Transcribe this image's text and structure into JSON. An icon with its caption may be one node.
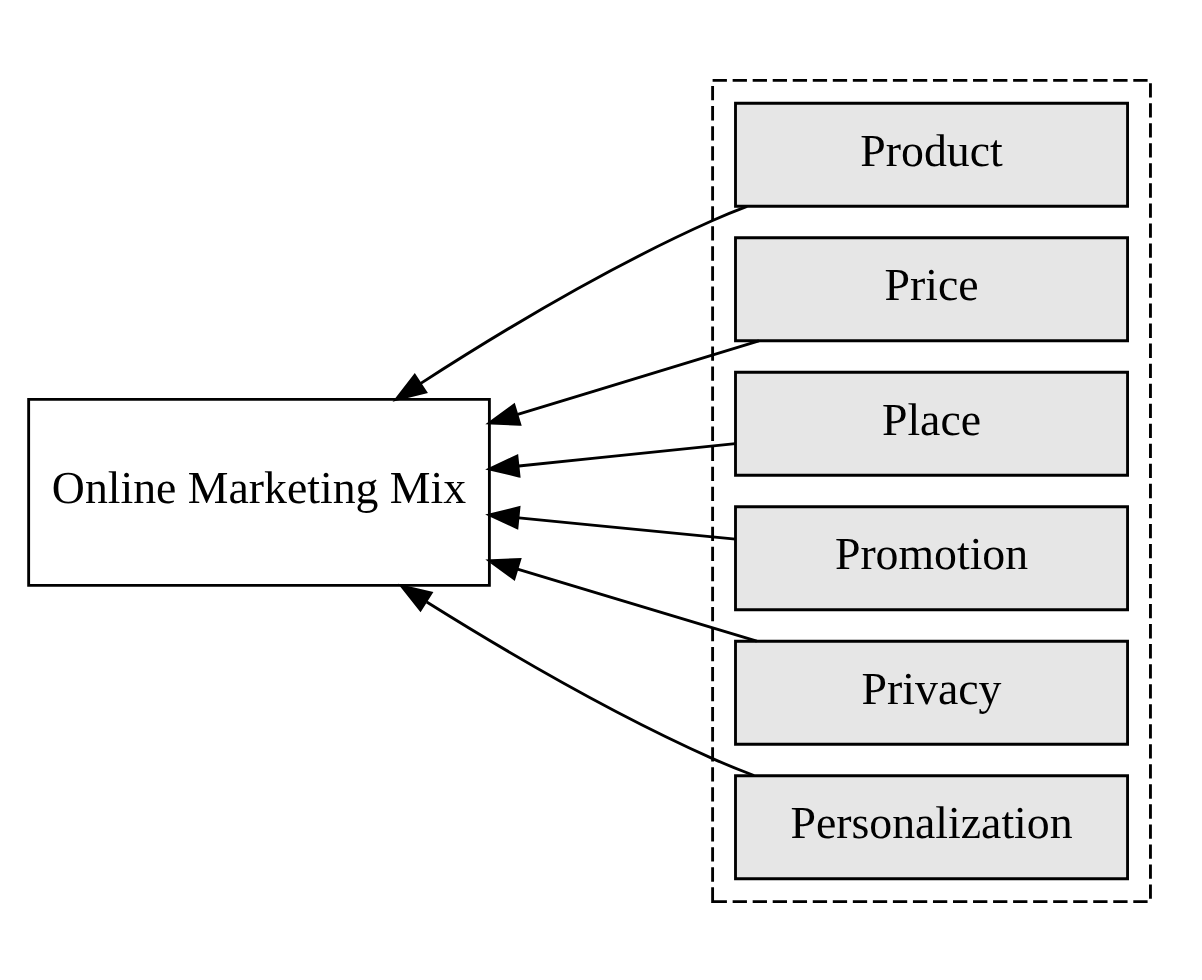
{
  "diagram": {
    "nodes": [
      {
        "text": [
          "Online Marketing Mix"
        ]
      },
      {
        "text": [],
        "shape": "box"
      },
      {
        "text": [
          "Product"
        ],
        "in": 1
      },
      {
        "text": [
          "Price"
        ],
        "in": 1
      },
      {
        "text": [
          "Place"
        ],
        "in": 1
      },
      {
        "text": [
          "Promotion"
        ],
        "in": 1
      },
      {
        "text": [
          "Privacy"
        ],
        "in": 1
      },
      {
        "text": [
          "Personalization"
        ],
        "in": 1
      }
    ],
    "edges": [
      {
        "from": 2,
        "to": 0,
        "arrow": "to"
      },
      {
        "from": 3,
        "to": 0,
        "arrow": "to"
      },
      {
        "from": 4,
        "to": 0,
        "arrow": "to"
      },
      {
        "from": 5,
        "to": 0,
        "arrow": "to"
      },
      {
        "from": 6,
        "to": 0,
        "arrow": "to"
      },
      {
        "from": 7,
        "to": 0,
        "arrow": "to"
      }
    ]
  }
}
